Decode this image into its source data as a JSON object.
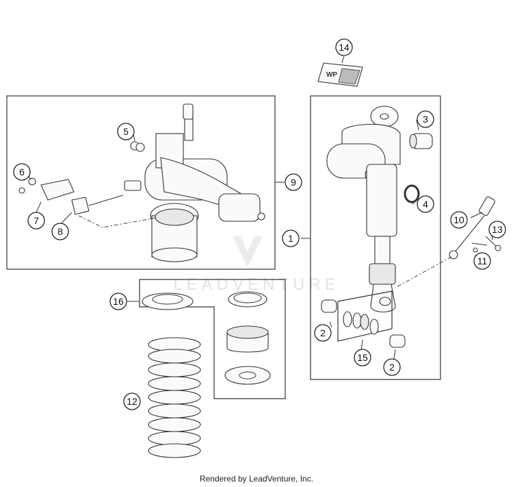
{
  "diagram": {
    "callouts": [
      "1",
      "2",
      "2",
      "3",
      "4",
      "5",
      "6",
      "7",
      "8",
      "9",
      "10",
      "11",
      "12",
      "13",
      "14",
      "15",
      "16"
    ]
  },
  "sticker": {
    "text": "WP"
  },
  "watermark": {
    "text": "LEADVENTURE"
  },
  "footer": {
    "text": "Rendered by LeadVenture, Inc."
  }
}
